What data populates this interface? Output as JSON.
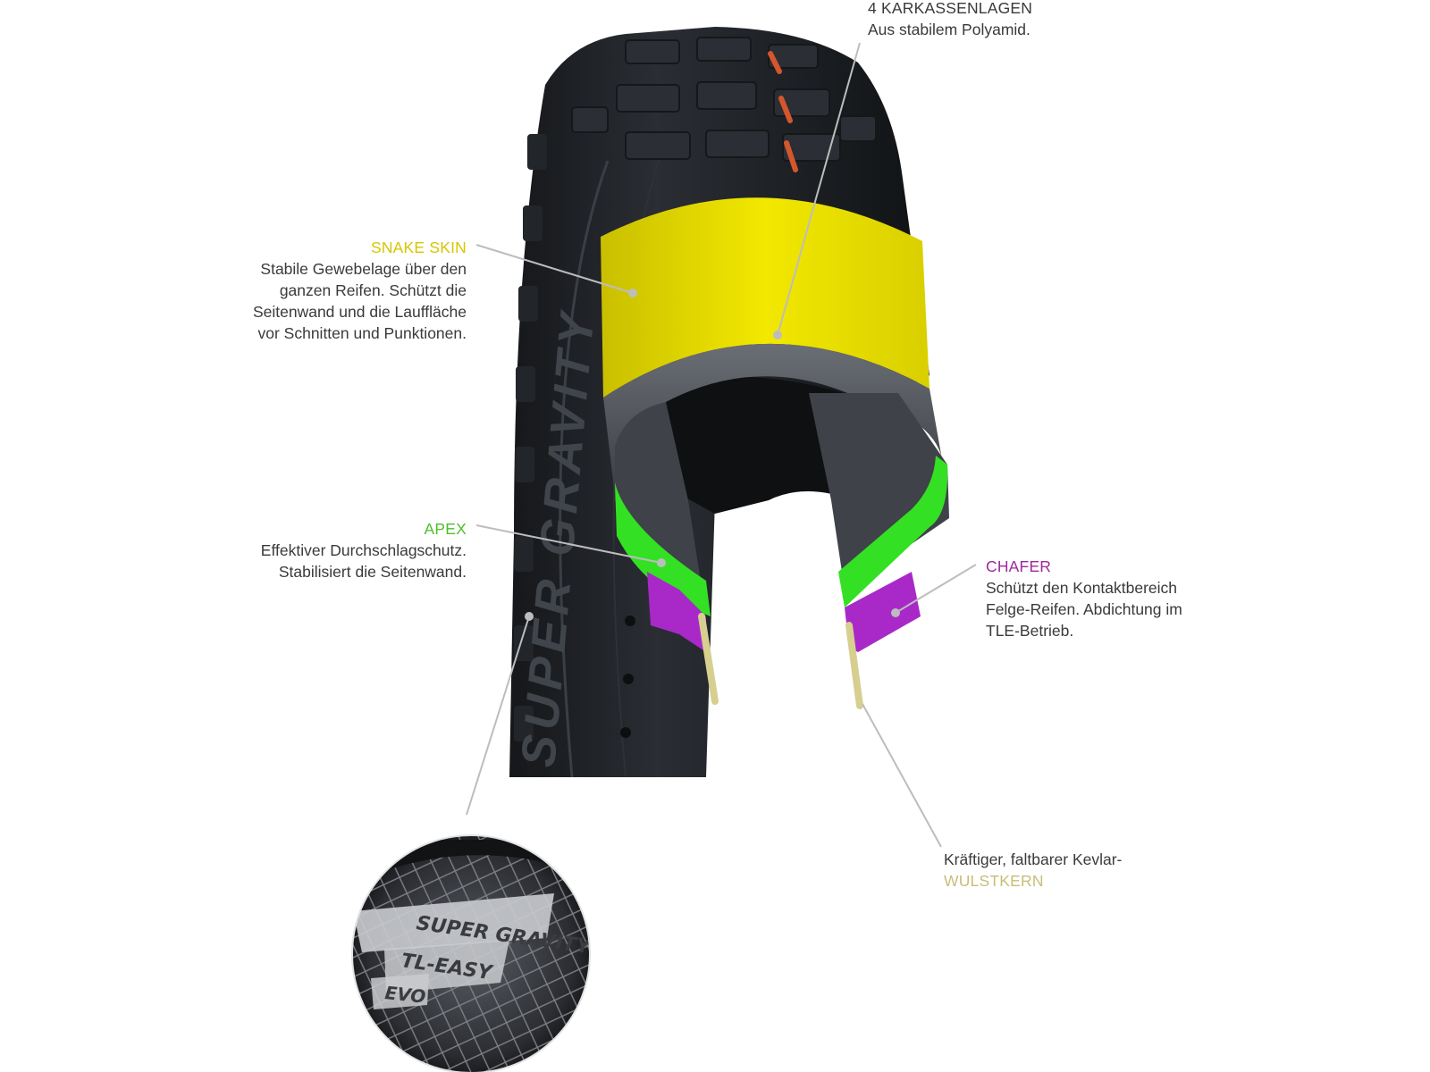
{
  "labels": {
    "karkassen": {
      "title": "4 KARKASSENLAGEN",
      "lines": [
        "Aus stabilem Polyamid."
      ]
    },
    "snake_skin": {
      "title": "SNAKE SKIN",
      "lines": [
        "Stabile Gewebelage über den",
        "ganzen Reifen. Schützt die",
        "Seitenwand und die Lauffläche",
        "vor Schnitten und Punktionen."
      ]
    },
    "apex": {
      "title": "APEX",
      "lines": [
        "Effektiver Durchschlagschutz.",
        "Stabilisiert die Seitenwand."
      ]
    },
    "chafer": {
      "title": "CHAFER",
      "lines": [
        "Schützt den Kontaktbereich",
        "Felge-Reifen. Abdichtung im",
        "TLE-Betrieb."
      ]
    },
    "wulstkern": {
      "lines": [
        "Kräftiger, faltbarer Kevlar-"
      ],
      "title": "WULSTKERN"
    }
  },
  "sidewall_text": "SUPER GRAVITY",
  "inset": {
    "lines": [
      "SUPER GRAVITY",
      "TL-EASY",
      "EVO"
    ]
  },
  "colors": {
    "snake_skin": "#e8e000",
    "apex": "#33e023",
    "chafer": "#a829c8",
    "wulstkern": "#d6cf90",
    "casing": "#54585f",
    "tire": "#1f2226",
    "leader_line": "#bdbdbd"
  }
}
